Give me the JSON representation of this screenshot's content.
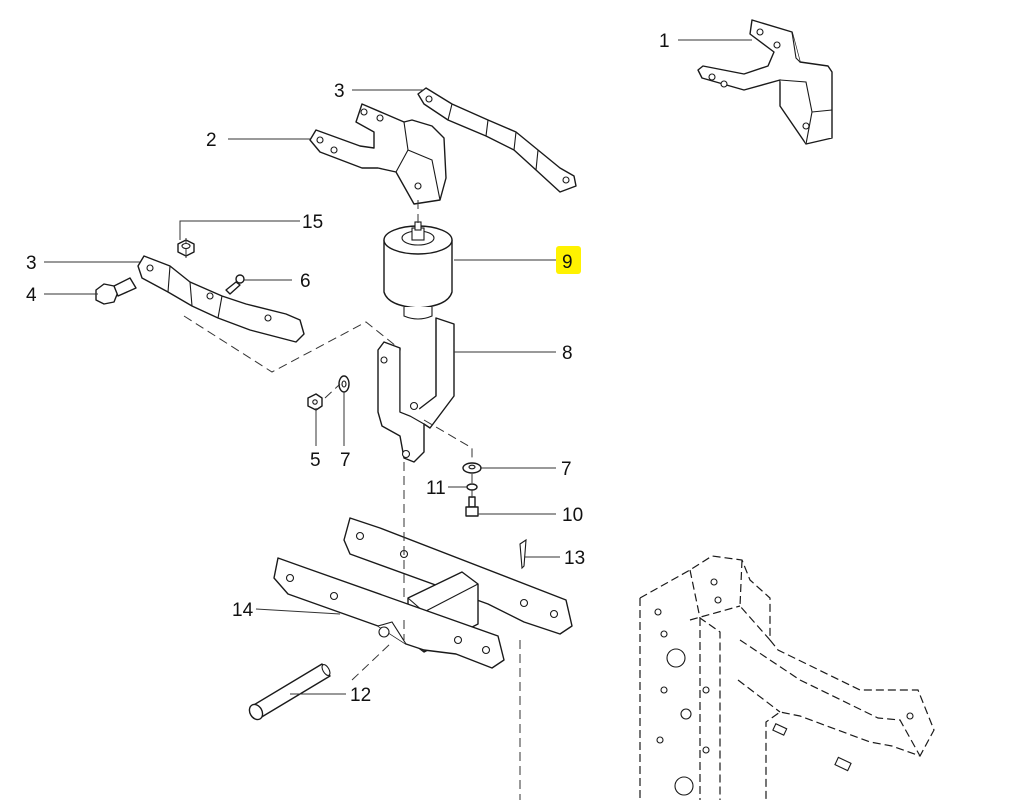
{
  "diagram": {
    "callouts": [
      {
        "id": "c1",
        "text": "1"
      },
      {
        "id": "c2",
        "text": "2"
      },
      {
        "id": "c3a",
        "text": "3"
      },
      {
        "id": "c3b",
        "text": "3"
      },
      {
        "id": "c4",
        "text": "4"
      },
      {
        "id": "c5",
        "text": "5"
      },
      {
        "id": "c6",
        "text": "6"
      },
      {
        "id": "c7a",
        "text": "7"
      },
      {
        "id": "c7b",
        "text": "7"
      },
      {
        "id": "c8",
        "text": "8"
      },
      {
        "id": "c9",
        "text": "9"
      },
      {
        "id": "c10",
        "text": "10"
      },
      {
        "id": "c11",
        "text": "11"
      },
      {
        "id": "c12",
        "text": "12"
      },
      {
        "id": "c13",
        "text": "13"
      },
      {
        "id": "c14",
        "text": "14"
      },
      {
        "id": "c15",
        "text": "15"
      }
    ],
    "highlight_color": "#fff200",
    "highlighted_callout": "9"
  }
}
